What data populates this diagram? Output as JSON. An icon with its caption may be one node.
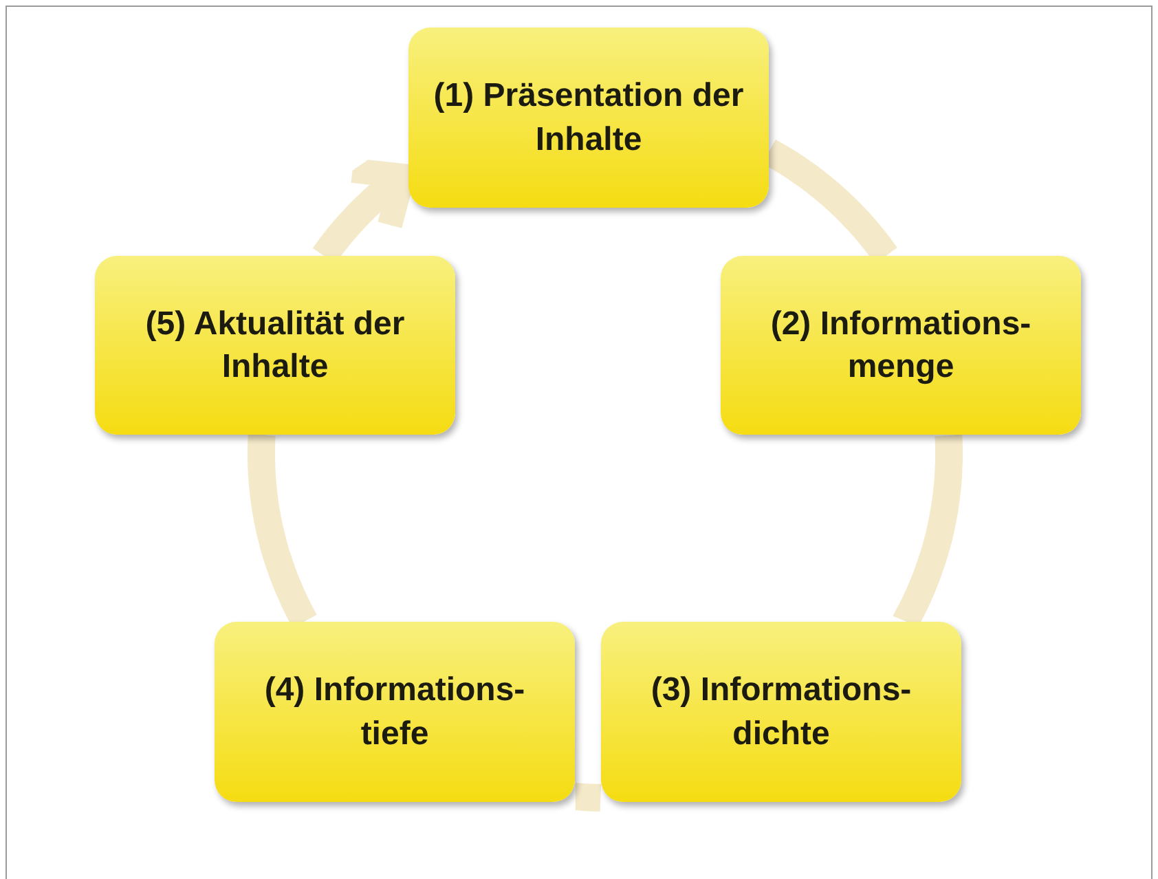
{
  "diagram": {
    "nodes": [
      {
        "text": [
          "(1) Präsentation der Inhalte"
        ]
      },
      {
        "text": [
          "(2) Informations- menge"
        ]
      },
      {
        "text": [
          "(3) Informations- dichte"
        ]
      },
      {
        "text": [
          "(4) Informations- tiefe"
        ]
      },
      {
        "text": [
          "(5) Aktualität der Inhalte"
        ]
      }
    ],
    "edges": [
      {
        "from": 0,
        "to": 1,
        "arrow": "none"
      },
      {
        "from": 1,
        "to": 2,
        "arrow": "none"
      },
      {
        "from": 2,
        "to": 3,
        "arrow": "none"
      },
      {
        "from": 3,
        "to": 4,
        "arrow": "none"
      },
      {
        "from": 4,
        "to": 0,
        "arrow": "to"
      }
    ]
  }
}
